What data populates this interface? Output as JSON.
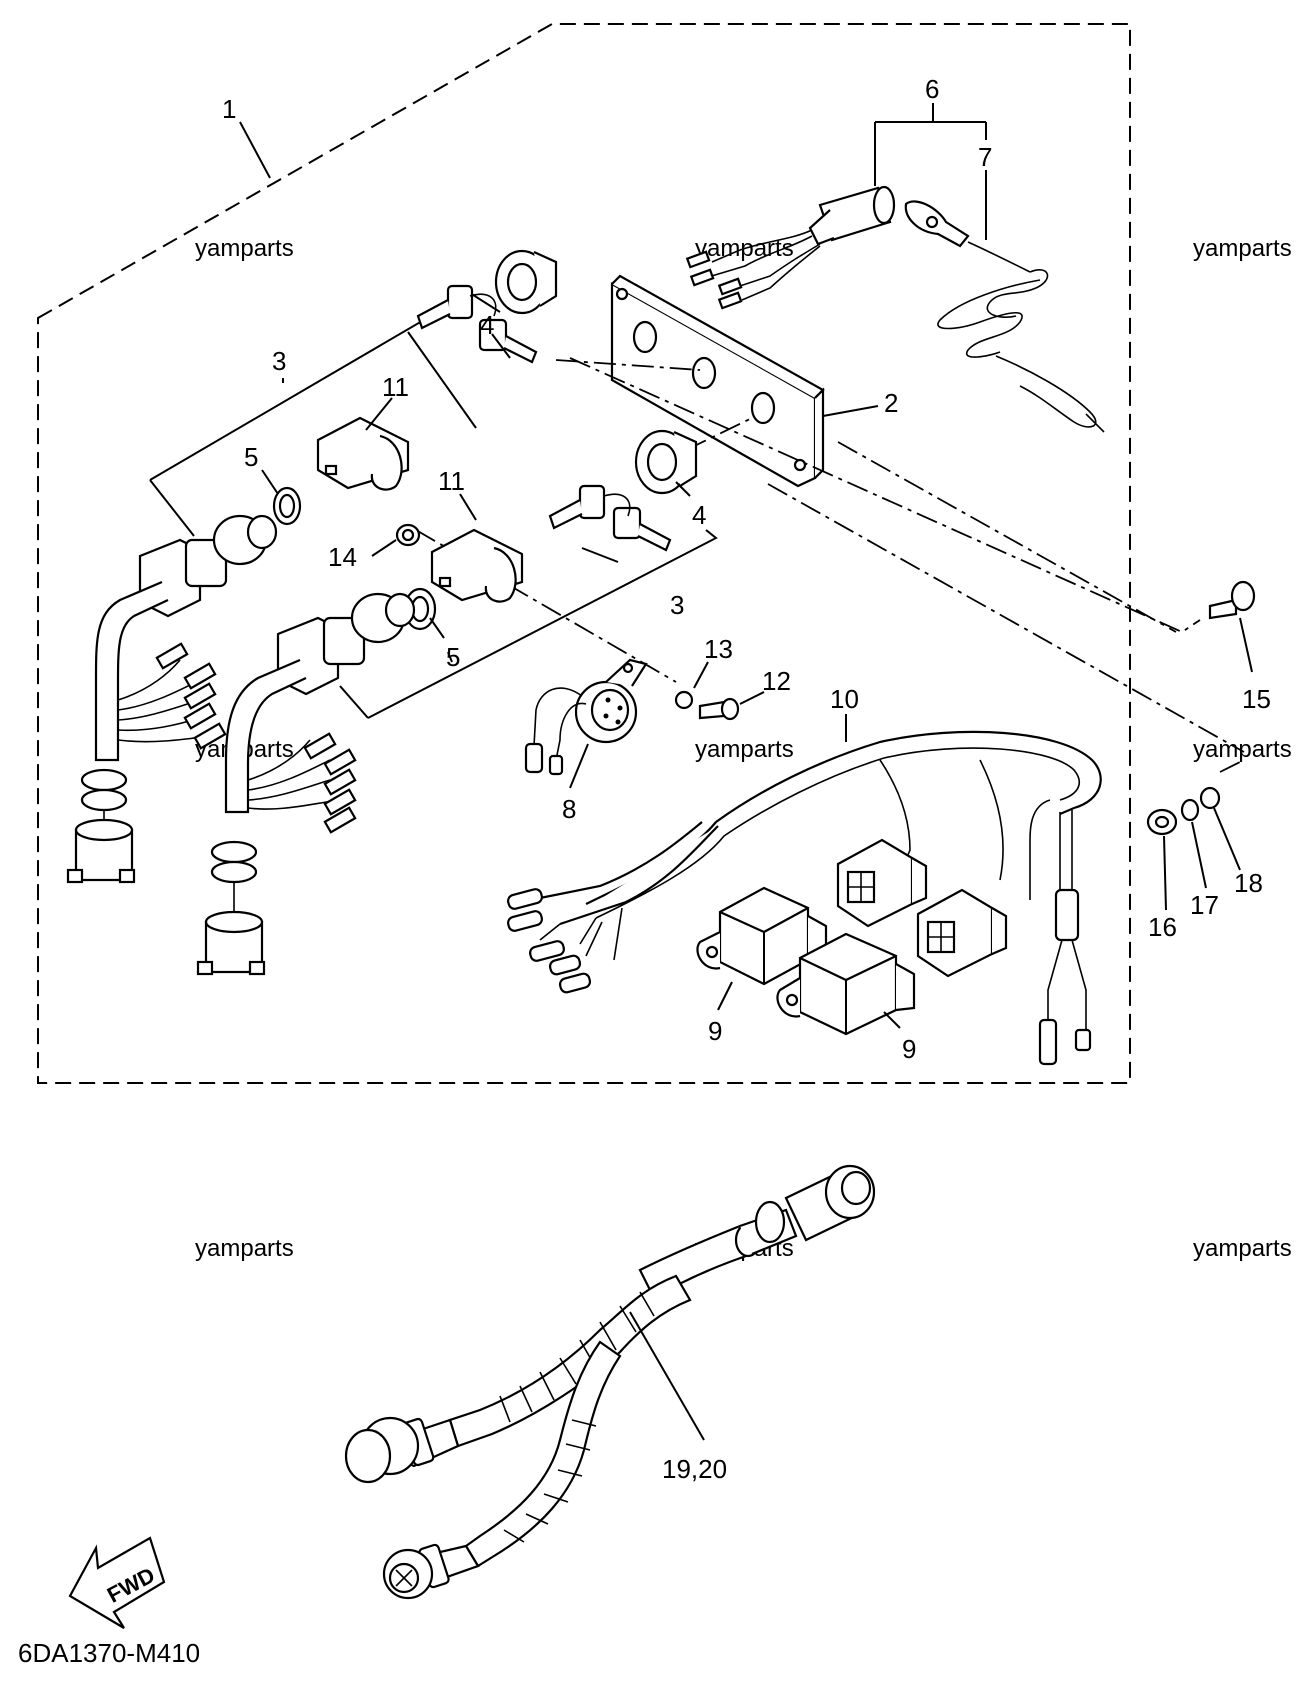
{
  "diagram_code": "6DA1370-M410",
  "fwd_label": "FWD",
  "watermark": "yamparts",
  "callouts": {
    "c1": "1",
    "c2": "2",
    "c3a": "3",
    "c3b": "3",
    "c4a": "4",
    "c4b": "4",
    "c5a": "5",
    "c5b": "5",
    "c6": "6",
    "c7": "7",
    "c8": "8",
    "c9a": "9",
    "c9b": "9",
    "c10": "10",
    "c11a": "11",
    "c11b": "11",
    "c12": "12",
    "c13": "13",
    "c14": "14",
    "c15": "15",
    "c16": "16",
    "c17": "17",
    "c18": "18",
    "c1920": "19,20"
  }
}
